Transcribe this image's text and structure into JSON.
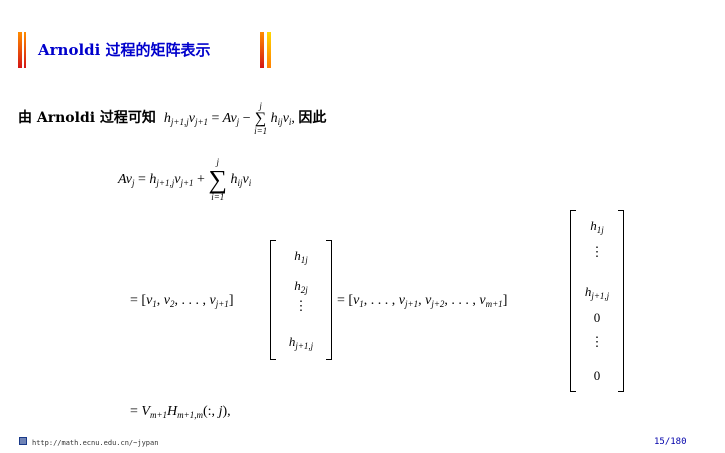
{
  "title": "Arnoldi 过程的矩阵表示",
  "intro": {
    "prefix": "由 Arnoldi 过程可知",
    "suffix": "因此"
  },
  "footer": {
    "url": "http://math.ecnu.edu.cn/~jypan",
    "page": "15/180"
  },
  "colors": {
    "title": "#0000cc",
    "bar_left": "#d41515",
    "bar_right": "#ff9900"
  }
}
